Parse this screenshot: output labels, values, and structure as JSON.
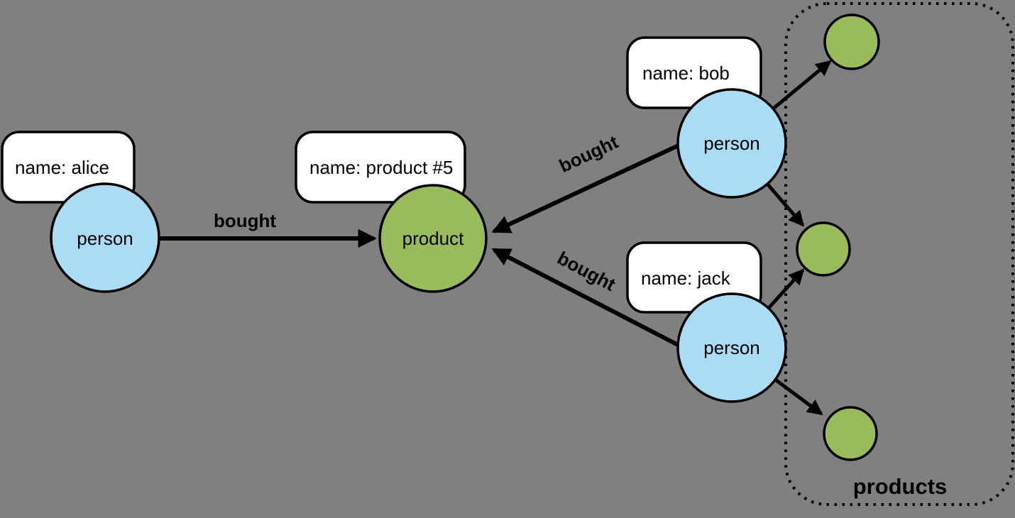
{
  "diagram": {
    "background_color": "#808080",
    "colors": {
      "person_fill": "#aadcf5",
      "product_fill": "#9abb59",
      "property_box_fill": "#ffffff",
      "stroke": "#000000"
    },
    "nodes": {
      "alice": {
        "label": "person",
        "property": "name: alice"
      },
      "bob": {
        "label": "person",
        "property": "name: bob"
      },
      "jack": {
        "label": "person",
        "property": "name: jack"
      },
      "product5": {
        "label": "product",
        "property": "name: product #5"
      }
    },
    "edges": {
      "alice_bought": {
        "label": "bought"
      },
      "bob_bought": {
        "label": "bought"
      },
      "jack_bought": {
        "label": "bought"
      }
    },
    "group": {
      "label": "products"
    }
  }
}
